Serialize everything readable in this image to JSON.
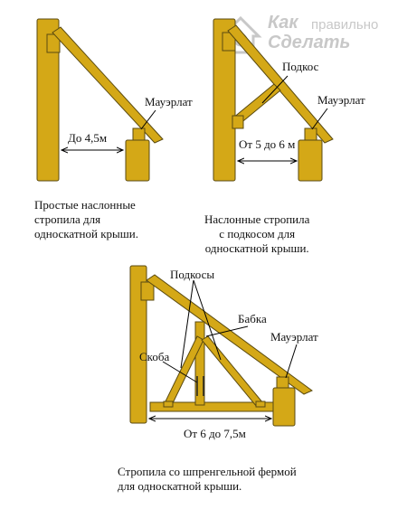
{
  "watermark": {
    "line1a": "Как",
    "line1b": "правильно",
    "line2": "Сделать"
  },
  "diagram1": {
    "mauerlat": "Мауэрлат",
    "span": "До 4,5м",
    "caption": [
      "Простые наслонные",
      "стропила для",
      "односкатной крыши."
    ]
  },
  "diagram2": {
    "strut": "Подкос",
    "mauerlat": "Мауэрлат",
    "span": "От 5 до 6 м",
    "caption": [
      "Наслонные стропила",
      "с подкосом для",
      "односкатной крыши."
    ]
  },
  "diagram3": {
    "struts": "Подкосы",
    "king_post": "Бабка",
    "clamp": "Скоба",
    "mauerlat": "Мауэрлат",
    "span": "От 6 до 7,5м",
    "caption": [
      "Стропила со шпренгельной фермой",
      "для односкатной крыши."
    ]
  },
  "colors": {
    "timber": "#d4a817",
    "outline": "#5a4a10",
    "watermark": "#c8c8c8"
  }
}
